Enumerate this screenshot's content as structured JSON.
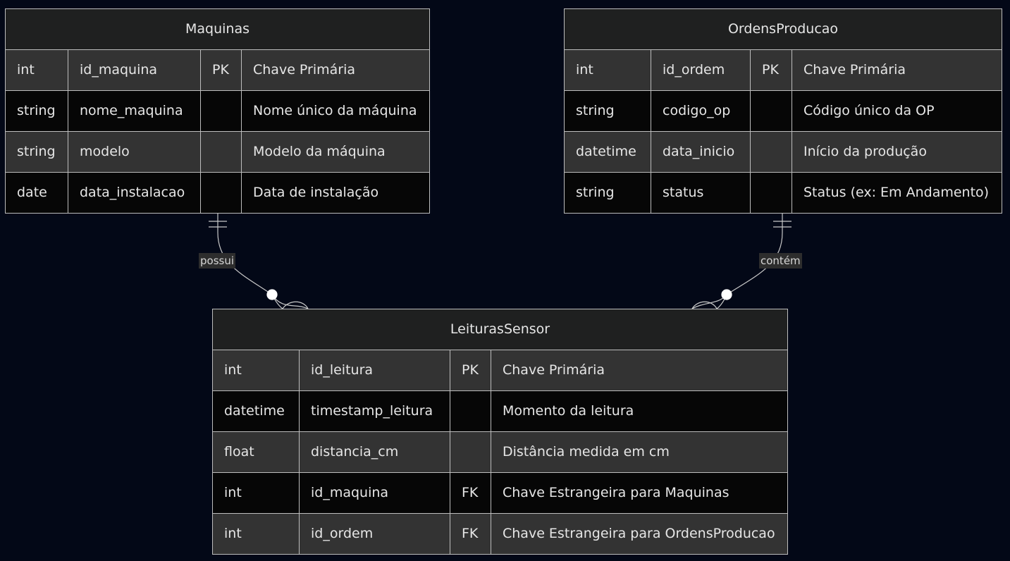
{
  "entities": [
    {
      "name": "Maquinas",
      "rows": [
        {
          "type": "int",
          "field": "id_maquina",
          "key": "PK",
          "comment": "Chave Primária"
        },
        {
          "type": "string",
          "field": "nome_maquina",
          "key": "",
          "comment": "Nome único da máquina"
        },
        {
          "type": "string",
          "field": "modelo",
          "key": "",
          "comment": "Modelo da máquina"
        },
        {
          "type": "date",
          "field": "data_instalacao",
          "key": "",
          "comment": "Data de instalação"
        }
      ]
    },
    {
      "name": "OrdensProducao",
      "rows": [
        {
          "type": "int",
          "field": "id_ordem",
          "key": "PK",
          "comment": "Chave Primária"
        },
        {
          "type": "string",
          "field": "codigo_op",
          "key": "",
          "comment": "Código único da OP"
        },
        {
          "type": "datetime",
          "field": "data_inicio",
          "key": "",
          "comment": "Início da produção"
        },
        {
          "type": "string",
          "field": "status",
          "key": "",
          "comment": "Status (ex: Em Andamento)"
        }
      ]
    },
    {
      "name": "LeiturasSensor",
      "rows": [
        {
          "type": "int",
          "field": "id_leitura",
          "key": "PK",
          "comment": "Chave Primária"
        },
        {
          "type": "datetime",
          "field": "timestamp_leitura",
          "key": "",
          "comment": "Momento da leitura"
        },
        {
          "type": "float",
          "field": "distancia_cm",
          "key": "",
          "comment": "Distância medida em cm"
        },
        {
          "type": "int",
          "field": "id_maquina",
          "key": "FK",
          "comment": "Chave Estrangeira para Maquinas"
        },
        {
          "type": "int",
          "field": "id_ordem",
          "key": "FK",
          "comment": "Chave Estrangeira para OrdensProducao"
        }
      ]
    }
  ],
  "relationships": [
    {
      "from": "Maquinas",
      "to": "LeiturasSensor",
      "label": "possui",
      "from_cardinality": "exactly-one",
      "to_cardinality": "zero-or-more"
    },
    {
      "from": "OrdensProducao",
      "to": "LeiturasSensor",
      "label": "contém",
      "from_cardinality": "exactly-one",
      "to_cardinality": "zero-or-more"
    }
  ],
  "colors": {
    "background": "#030817",
    "header": "#1f2020",
    "row_odd": "#333333",
    "row_even": "#060606",
    "border": "#bdbdbd",
    "text": "#e6e6e6"
  }
}
